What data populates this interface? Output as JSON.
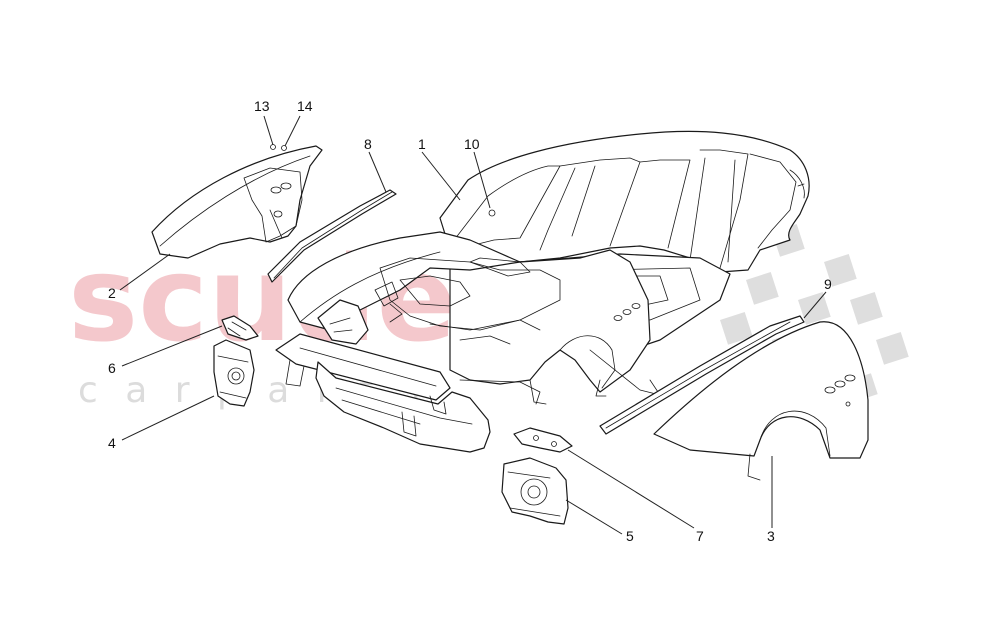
{
  "watermark": {
    "brand": "scuderia",
    "sub": "c a r   p a r t s",
    "brand_color": "#f4c8cc",
    "flag_color": "#d9d9d9"
  },
  "callouts": [
    {
      "id": "c1",
      "label": "1"
    },
    {
      "id": "c2",
      "label": "2"
    },
    {
      "id": "c3",
      "label": "3"
    },
    {
      "id": "c4",
      "label": "4"
    },
    {
      "id": "c5",
      "label": "5"
    },
    {
      "id": "c6",
      "label": "6"
    },
    {
      "id": "c7",
      "label": "7"
    },
    {
      "id": "c8",
      "label": "8"
    },
    {
      "id": "c9",
      "label": "9"
    },
    {
      "id": "c10",
      "label": "10"
    },
    {
      "id": "c13",
      "label": "13"
    },
    {
      "id": "c14",
      "label": "14"
    }
  ]
}
